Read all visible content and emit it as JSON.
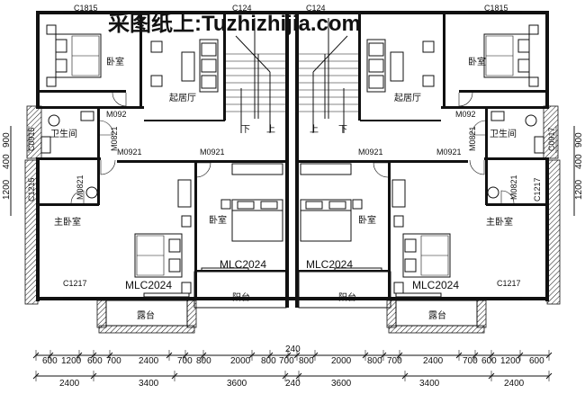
{
  "watermark": "采图纸上:Tuzhizhijia.com",
  "rooms": {
    "bedroom": "卧室",
    "living_room": "起居厅",
    "bathroom": "卫生间",
    "master_bedroom": "主卧室",
    "balcony": "阳台",
    "terrace": "露台",
    "stair_down": "下",
    "stair_up": "上"
  },
  "codes": {
    "C1815": "C1815",
    "C1217": "C1217",
    "C1215": "C1215",
    "M0921": "M0921",
    "M0821": "M0821",
    "M0926": "M092",
    "MLC2024": "MLC2024",
    "C0915": "C0915",
    "C0917": "C0917",
    "C124": "C124"
  },
  "dimensions": {
    "top_row": [
      "600",
      "1200",
      "600",
      "700",
      "2400",
      "700",
      "800",
      "2000",
      "800",
      "700",
      "800",
      "2000",
      "800",
      "700",
      "2400",
      "700",
      "600",
      "1200",
      "600"
    ],
    "bottom_row": [
      "2400",
      "3400",
      "3600",
      "240",
      "3600",
      "3400",
      "2400"
    ],
    "center": "240",
    "left_vertical": [
      "400",
      "900",
      "1200"
    ],
    "right_vertical": [
      "400",
      "900",
      "1200"
    ]
  }
}
